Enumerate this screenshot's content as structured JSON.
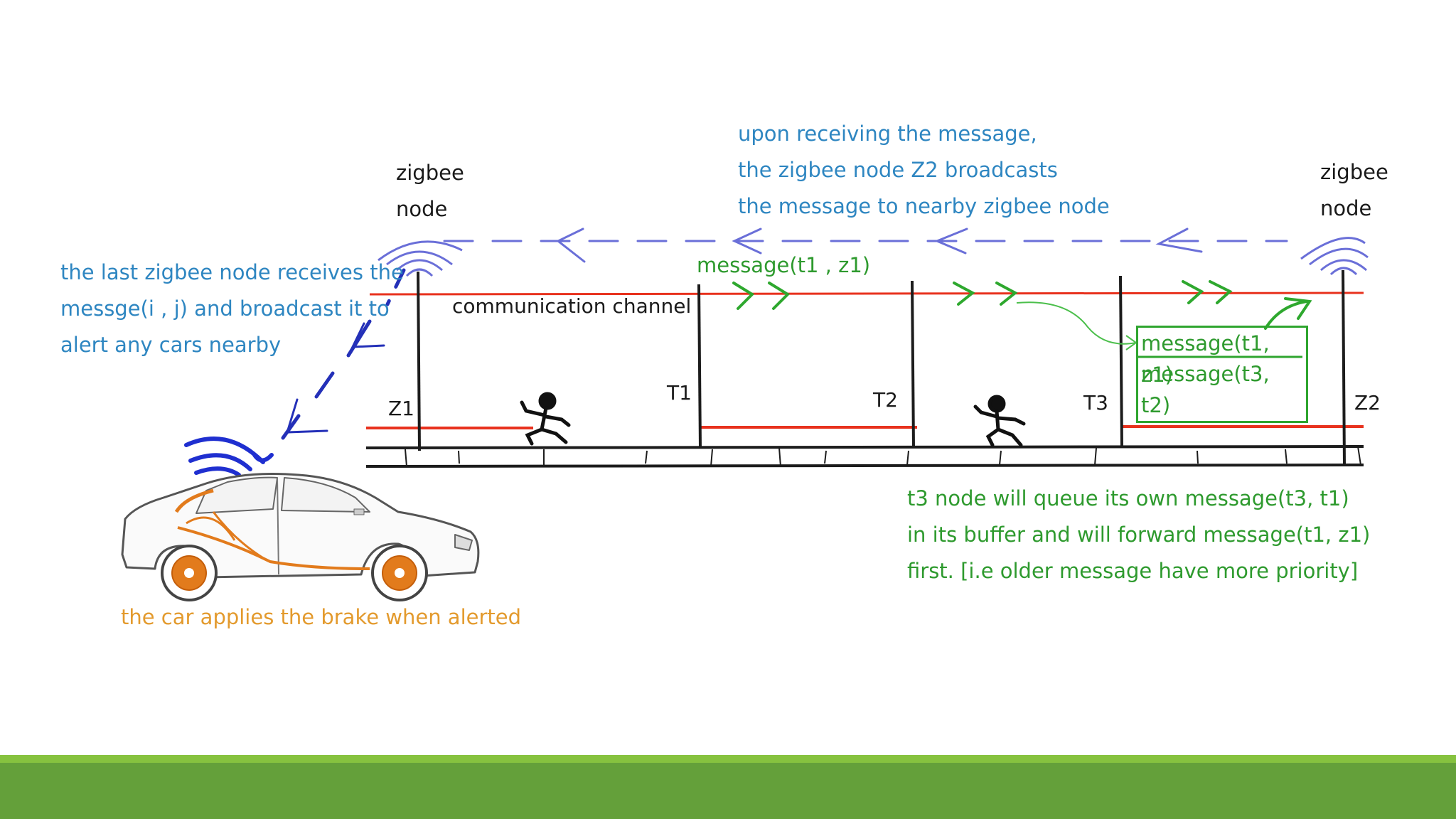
{
  "left_note": [
    "the last zigbee node receives the",
    "messge(i , j) and broadcast it to",
    "alert any cars nearby"
  ],
  "top_note": [
    "upon receiving the message,",
    "the zigbee node Z2 broadcasts",
    "the message to nearby zigbee node"
  ],
  "zigbee_left": [
    "zigbee",
    "node"
  ],
  "zigbee_right": [
    "zigbee",
    "node"
  ],
  "channel_label": "communication channel",
  "message_label": "message(t1 , z1)",
  "nodes": {
    "z1": "Z1",
    "t1": "T1",
    "t2": "T2",
    "t3": "T3",
    "z2": "Z2"
  },
  "buffer": [
    "message(t1, z1)",
    "message(t3, t2)"
  ],
  "queue_note": [
    "t3 node will queue its own message(t3, t1)",
    "in its buffer and will forward message(t1, z1)",
    "first. [i.e older message have more priority]"
  ],
  "car_note": "the car applies the brake when alerted",
  "colors": {
    "blue_text": "#2e86c1",
    "green_text": "#2e9a2e",
    "orange_text": "#e39a2d",
    "channel_red": "#e8321e",
    "dashed_blue": "#6a6fd8",
    "footer_green": "#64a03a"
  }
}
